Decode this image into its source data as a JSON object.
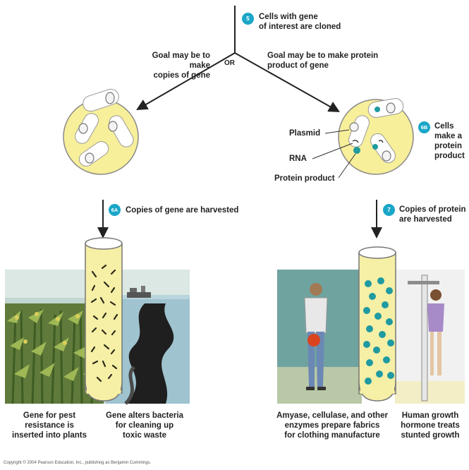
{
  "step5": {
    "badge": "5",
    "text_line1": "Cells with gene",
    "text_line2": "of interest are cloned"
  },
  "or_label": "OR",
  "left_goal": {
    "line1": "Goal may be to make",
    "line2": "copies of gene"
  },
  "right_goal": {
    "line1": "Goal may be to make protein",
    "line2": "product of gene"
  },
  "step6b": {
    "badge": "6B",
    "line1": "Cells",
    "line2": "make a",
    "line3": "protein",
    "line4": "product"
  },
  "labels": {
    "plasmid": "Plasmid",
    "rna": "RNA",
    "protein_product": "Protein product"
  },
  "step6a": {
    "badge": "6A",
    "text": "Copies of gene are harvested"
  },
  "step7": {
    "badge": "7",
    "line1": "Copies of protein",
    "line2": "are harvested"
  },
  "captions": {
    "c1": {
      "line1": "Gene for pest",
      "line2": "resistance is",
      "line3": "inserted into plants"
    },
    "c2": {
      "line1": "Gene alters bacteria",
      "line2": "for cleaning up",
      "line3": "toxic waste"
    },
    "c3": {
      "line1": "Amyase, cellulase, and other",
      "line2": "enzymes prepare fabrics",
      "line3": "for clothing manufacture"
    },
    "c4": {
      "line1": "Human growth",
      "line2": "hormone treats",
      "line3": "stunted growth"
    }
  },
  "copyright": "Copyright © 2004 Pearson Education, Inc., publishing as Benjamin Cummings.",
  "colors": {
    "cell_yellow": "#f7ef9a",
    "badge_blue": "#1aa6c8",
    "protein_teal": "#1f9aa0"
  }
}
